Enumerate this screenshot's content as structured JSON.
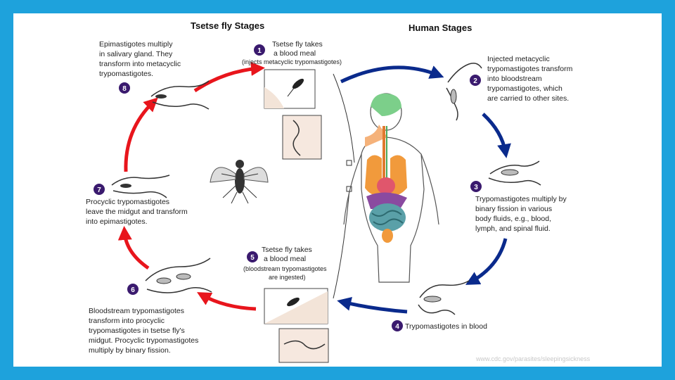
{
  "headers": {
    "tsetse": "Tsetse fly Stages",
    "human": "Human Stages"
  },
  "steps": [
    {
      "num": "1",
      "lines": [
        "Tsetse fly takes",
        "a blood meal"
      ],
      "note": [
        "(injects metacyclic trypomastigotes)"
      ]
    },
    {
      "num": "2",
      "lines": [
        "Injected metacyclic",
        "trypomastigotes transform",
        "into bloodstream",
        "trypomastigotes, which",
        "are carried to other sites."
      ],
      "note": []
    },
    {
      "num": "3",
      "lines": [
        "Trypomastigotes multiply by",
        "binary fission in various",
        "body fluids, e.g., blood,",
        "lymph, and spinal fluid."
      ],
      "note": []
    },
    {
      "num": "4",
      "lines": [
        "Trypomastigotes in blood"
      ],
      "note": []
    },
    {
      "num": "5",
      "lines": [
        "Tsetse fly takes",
        "a blood meal"
      ],
      "note": [
        "(bloodstream trypomastigotes",
        "are ingested)"
      ]
    },
    {
      "num": "6",
      "lines": [
        "Bloodstream trypomastigotes",
        "transform into procyclic",
        "trypomastigotes in tsetse fly's",
        "midgut. Procyclic trypomastigotes",
        "multiply by binary fission."
      ],
      "note": []
    },
    {
      "num": "7",
      "lines": [
        "Procyclic trypomastigotes",
        "leave the midgut and transform",
        "into epimastigotes."
      ],
      "note": []
    },
    {
      "num": "8",
      "lines": [
        "Epimastigotes multiply",
        "in salivary gland. They",
        "transform into metacyclic",
        "trypomastigotes."
      ],
      "note": []
    }
  ],
  "watermark": "www.cdc.gov/parasites/sleepingsickness",
  "colors": {
    "frame": "#1ea2dc",
    "tsetse_arrow": "#e8151c",
    "human_arrow": "#0a2a8c",
    "step_badge": "#3a1a6e"
  }
}
